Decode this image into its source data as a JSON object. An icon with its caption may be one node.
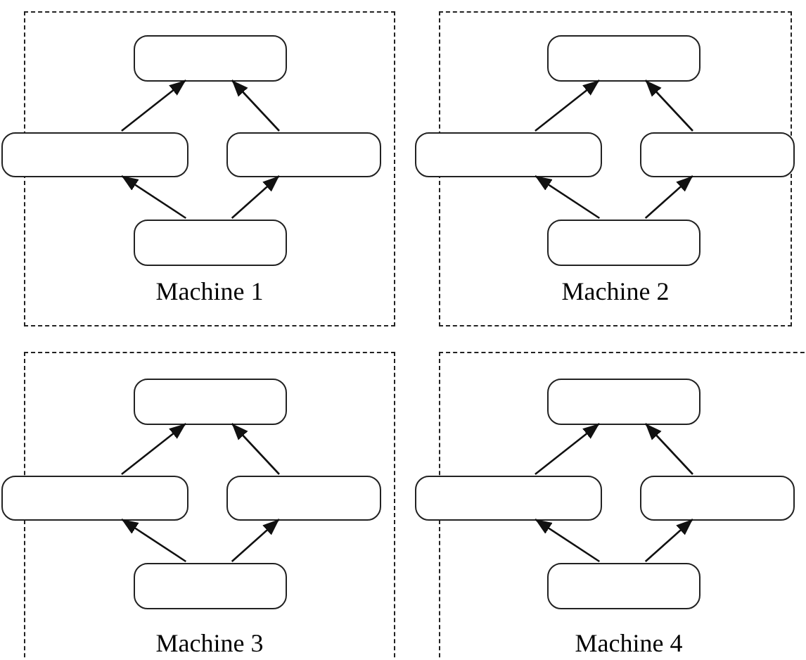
{
  "diagram": {
    "nodes": [
      {
        "text": [
          "Machine 1"
        ]
      },
      {
        "text": [],
        "shape": "box",
        "in": 0
      },
      {
        "text": [],
        "shape": "box",
        "in": 0
      },
      {
        "text": [],
        "shape": "box",
        "in": 0
      },
      {
        "text": [],
        "shape": "box",
        "in": 0
      },
      {
        "text": [
          "Machine 2"
        ]
      },
      {
        "text": [],
        "shape": "box",
        "in": 5
      },
      {
        "text": [],
        "shape": "box",
        "in": 5
      },
      {
        "text": [],
        "shape": "box",
        "in": 5
      },
      {
        "text": [],
        "shape": "box",
        "in": 5
      },
      {
        "text": [
          "Machine 3"
        ]
      },
      {
        "text": [],
        "shape": "box",
        "in": 10
      },
      {
        "text": [],
        "shape": "box",
        "in": 10
      },
      {
        "text": [],
        "shape": "box",
        "in": 10
      },
      {
        "text": [],
        "shape": "box",
        "in": 10
      },
      {
        "text": [
          "Machine 4"
        ]
      },
      {
        "text": [],
        "shape": "box",
        "in": 15
      },
      {
        "text": [],
        "shape": "box",
        "in": 15
      },
      {
        "text": [],
        "shape": "box",
        "in": 15
      },
      {
        "text": [],
        "shape": "box",
        "in": 15
      }
    ],
    "edges": [
      {
        "from": 4,
        "to": 2,
        "arrow": "to"
      },
      {
        "from": 4,
        "to": 3,
        "arrow": "to"
      },
      {
        "from": 2,
        "to": 1,
        "arrow": "to"
      },
      {
        "from": 3,
        "to": 1,
        "arrow": "to"
      },
      {
        "from": 9,
        "to": 7,
        "arrow": "to"
      },
      {
        "from": 9,
        "to": 8,
        "arrow": "to"
      },
      {
        "from": 7,
        "to": 6,
        "arrow": "to"
      },
      {
        "from": 8,
        "to": 6,
        "arrow": "to"
      },
      {
        "from": 14,
        "to": 12,
        "arrow": "to"
      },
      {
        "from": 14,
        "to": 13,
        "arrow": "to"
      },
      {
        "from": 12,
        "to": 11,
        "arrow": "to"
      },
      {
        "from": 13,
        "to": 11,
        "arrow": "to"
      },
      {
        "from": 19,
        "to": 17,
        "arrow": "to"
      },
      {
        "from": 19,
        "to": 18,
        "arrow": "to"
      },
      {
        "from": 17,
        "to": 16,
        "arrow": "to"
      },
      {
        "from": 18,
        "to": 16,
        "arrow": "to"
      }
    ]
  }
}
